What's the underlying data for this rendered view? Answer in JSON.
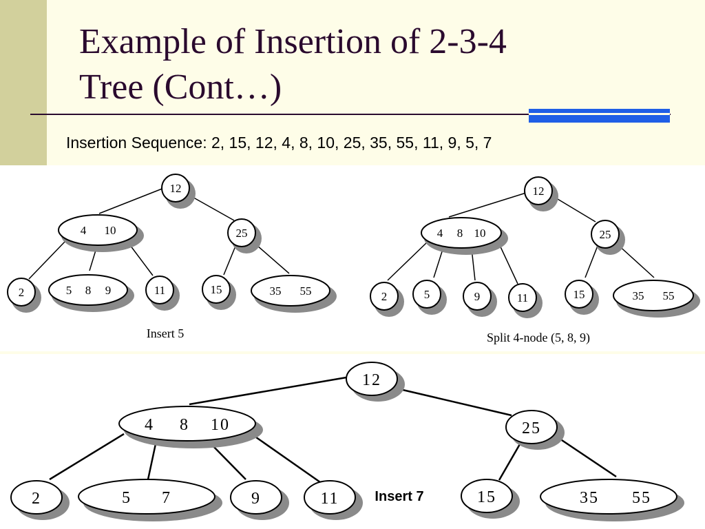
{
  "slide": {
    "title_line1": "Example of Insertion  of 2-3-4",
    "title_line2": "Tree (Cont…)",
    "sequence": "Insertion Sequence:  2, 15, 12, 4, 8, 10, 25, 35, 55, 11, 9, 5, 7"
  },
  "diagrams": {
    "insert5": {
      "caption": "Insert 5",
      "root": "12",
      "left": [
        "4",
        "10"
      ],
      "right": "25",
      "leaf1": "2",
      "leaf2": [
        "5",
        "8",
        "9"
      ],
      "leaf3": "11",
      "leaf4": "15",
      "leaf5": [
        "35",
        "55"
      ]
    },
    "split": {
      "caption": "Split 4-node (5, 8, 9)",
      "root": "12",
      "left": [
        "4",
        "8",
        "10"
      ],
      "right": "25",
      "leaf1": "2",
      "leaf2": "5",
      "leaf3": "9",
      "leaf4": "11",
      "leaf5": "15",
      "leaf6": [
        "35",
        "55"
      ]
    },
    "insert7": {
      "caption": "Insert 7",
      "root": "12",
      "left": [
        "4",
        "8",
        "10"
      ],
      "right": "25",
      "leaf1": "2",
      "leaf2": [
        "5",
        "7"
      ],
      "leaf3": "9",
      "leaf4": "11",
      "leaf5": "15",
      "leaf6": [
        "35",
        "55"
      ]
    }
  }
}
